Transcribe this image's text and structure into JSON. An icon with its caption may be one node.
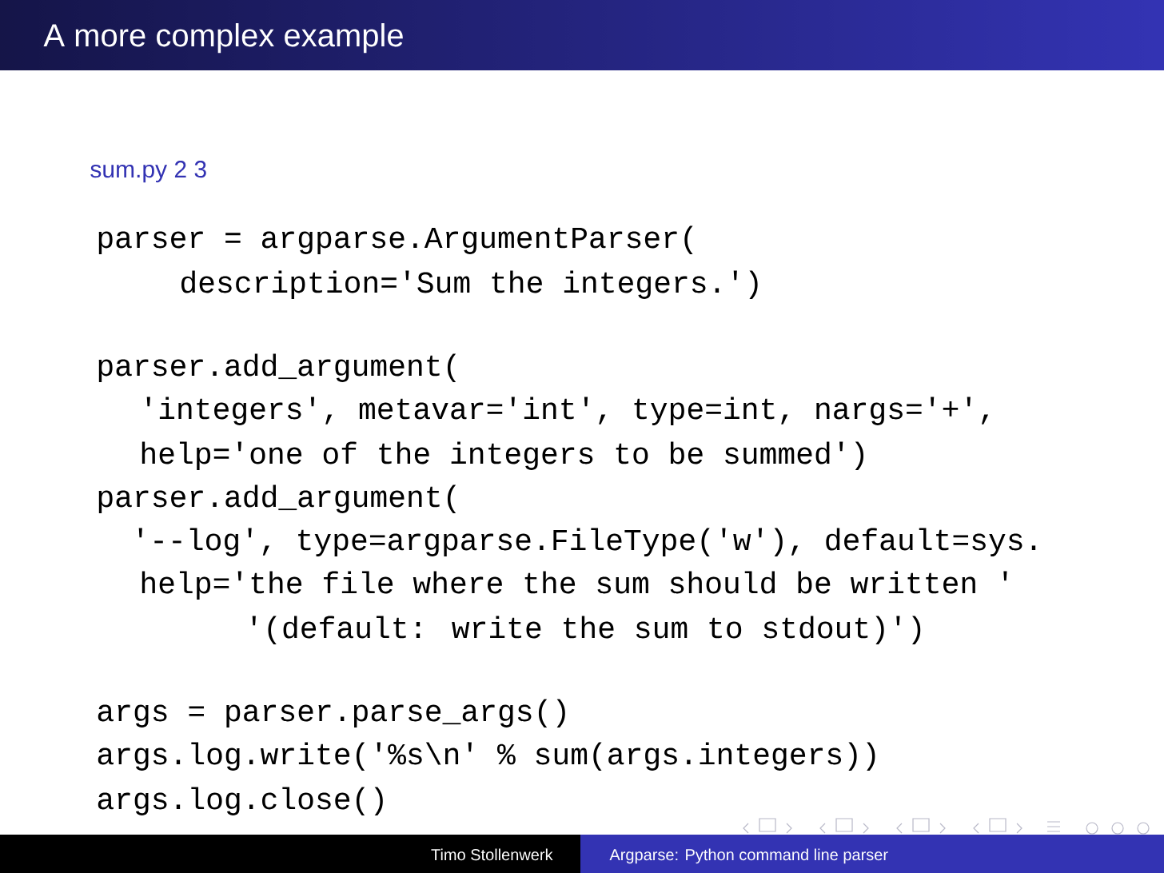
{
  "diagram": {
    "title": "A more complex example",
    "labels": [
      "sum.py 2 3",
      "parser = argparse.ArgumentParser(",
      "description='Sum the integers.')",
      "parser.add_argument(",
      "'integers', metavar='int', type=int, nargs='+',",
      "help='one of the integers to be summed')",
      "parser.add_argument(",
      "'--log', type=argparse.FileType('w'), default=sys.",
      "help='the file where the sum should be written '",
      "'(default: write the sum to stdout)')",
      "args = parser.parse_args()",
      "args.log.write('%s\\n' % sum(args.integers))",
      "args.log.close()",
      "Timo Stollenwerk",
      "Argparse: Python command line parser"
    ]
  }
}
